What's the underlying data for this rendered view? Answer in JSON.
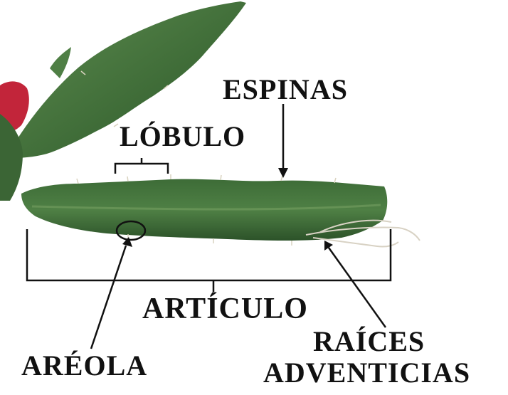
{
  "labels": {
    "espinas": "ESPINAS",
    "lobulo": "LÓBULO",
    "articulo": "ARTÍCULO",
    "areola": "ARÉOLA",
    "raices_line1": "RAÍCES",
    "raices_line2": "ADVENTICIAS"
  },
  "colors": {
    "stem_dark": "#2f5a2c",
    "stem_mid": "#4b7c43",
    "stem_light": "#6f9a5c",
    "flower_red": "#c2253a",
    "root": "#d8d2c4",
    "ink": "#111111"
  }
}
